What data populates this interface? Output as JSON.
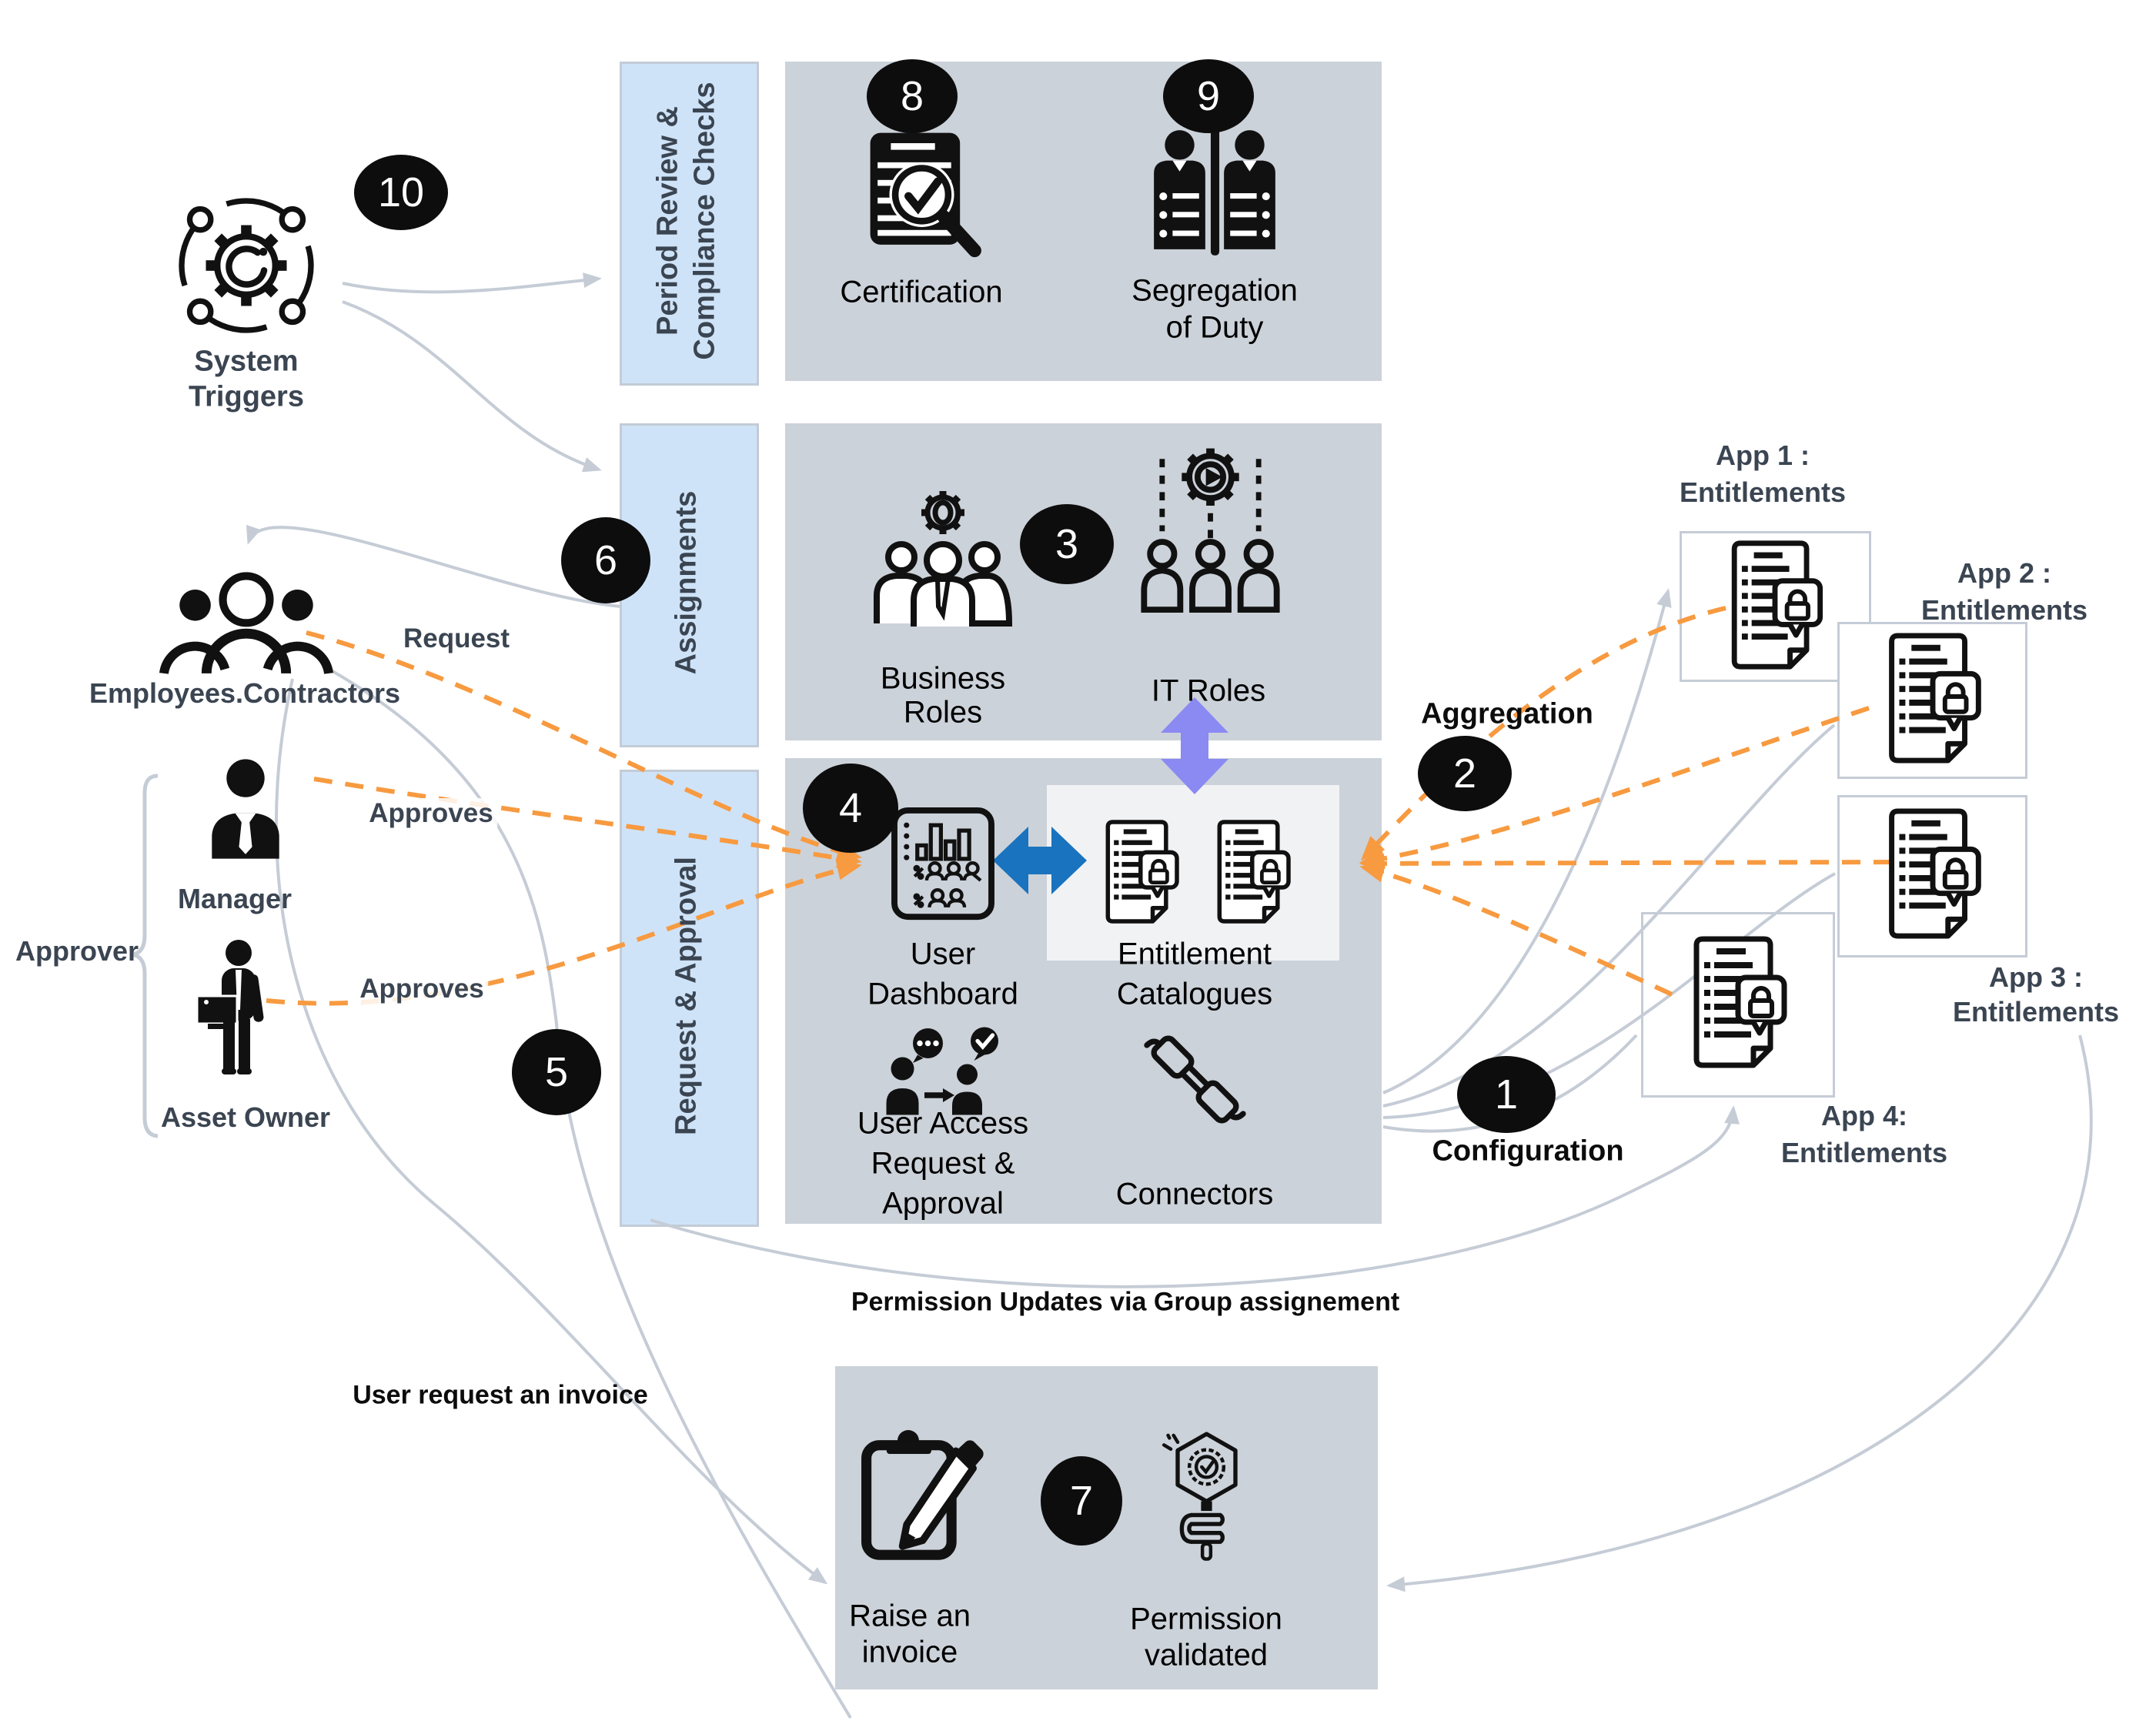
{
  "diagram": {
    "badges": {
      "b1": "1",
      "b2": "2",
      "b3": "3",
      "b4": "4",
      "b5": "5",
      "b6": "6",
      "b7": "7",
      "b8": "8",
      "b9": "9",
      "b10": "10"
    },
    "actors": {
      "system_triggers_1": "System",
      "system_triggers_2": "Triggers",
      "employees": "Employees.Contractors",
      "manager": "Manager",
      "asset_owner": "Asset Owner",
      "approver": "Approver"
    },
    "lanes": {
      "period_review_1": "Period Review &",
      "period_review_2": "Compliance Checks",
      "assignments": "Assignments",
      "request_approval": "Request & Approval"
    },
    "compliance": {
      "certification": "Certification",
      "segregation_1": "Segregation",
      "segregation_2": "of Duty"
    },
    "roles": {
      "business_1": "Business",
      "business_2": "Roles",
      "it_roles": "IT Roles"
    },
    "request": {
      "dashboard_1": "User",
      "dashboard_2": "Dashboard",
      "catalogues_1": "Entitlement",
      "catalogues_2": "Catalogues",
      "access_1": "User Access",
      "access_2": "Request &",
      "access_3": "Approval",
      "connectors": "Connectors"
    },
    "invoice": {
      "raise_1": "Raise an",
      "raise_2": "invoice",
      "validated_1": "Permission",
      "validated_2": "validated"
    },
    "apps": {
      "app1_1": "App 1 :",
      "app1_2": "Entitlements",
      "app2_1": "App 2 :",
      "app2_2": "Entitlements",
      "app3_1": "App 3 :",
      "app3_2": "Entitlements",
      "app4_1": "App 4:",
      "app4_2": "Entitlements"
    },
    "edges": {
      "request": "Request",
      "approves_manager": "Approves",
      "approves_owner": "Approves",
      "aggregation": "Aggregation",
      "configuration": "Configuration",
      "permission_updates": "Permission Updates via Group assignement",
      "user_invoice": "User request an invoice"
    },
    "colors": {
      "lane_blue": "#cfe3f8",
      "box_gray": "#ccd2d9",
      "panel_white": "#f1f2f4",
      "orange": "#f79a40",
      "purple": "#8a8af2",
      "arrow_blue": "#1a73be",
      "wire_gray": "#c5ccd6",
      "label_dark": "#3b4552",
      "badge_bg": "#0d0d0d"
    }
  }
}
